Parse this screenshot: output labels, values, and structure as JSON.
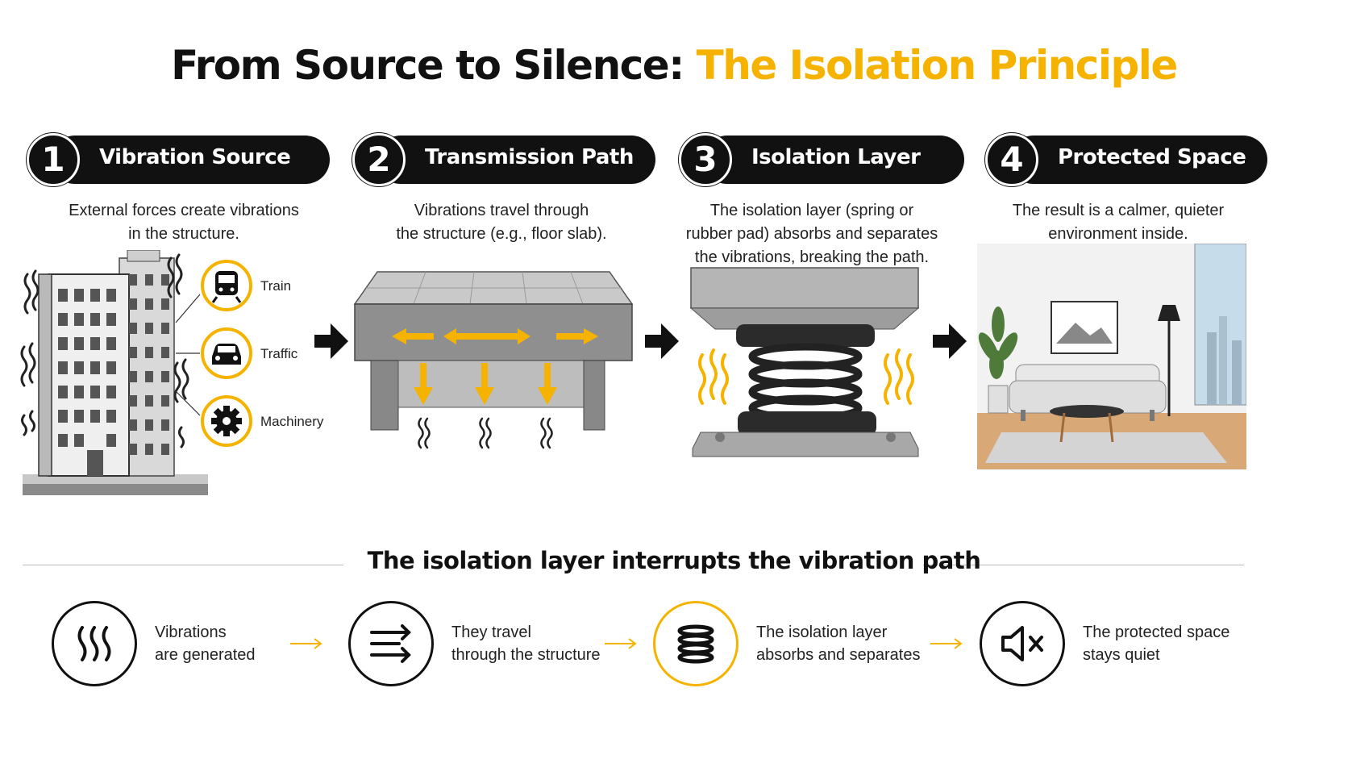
{
  "title": {
    "main": "From Source to Silence:",
    "accent": "The Isolation Principle"
  },
  "steps": [
    {
      "number": "1",
      "label": "Vibration Source",
      "desc_line1": "External forces create vibrations",
      "desc_line2": "in the structure."
    },
    {
      "number": "2",
      "label": "Transmission Path",
      "desc_line1": "Vibrations travel through",
      "desc_line2": "the structure (e.g., floor slab)."
    },
    {
      "number": "3",
      "label": "Isolation Layer",
      "desc_line1": "The isolation layer (spring or",
      "desc_line2": "rubber pad) absorbs and separates",
      "desc_line3": "the vibrations, breaking the path."
    },
    {
      "number": "4",
      "label": "Protected Space",
      "desc_line1": "The result is a calmer, quieter",
      "desc_line2": "environment inside."
    }
  ],
  "sources": [
    {
      "label": "Train",
      "icon": "train-icon"
    },
    {
      "label": "Traffic",
      "icon": "car-icon"
    },
    {
      "label": "Machinery",
      "icon": "gear-icon"
    }
  ],
  "subtitle": "The isolation layer interrupts the vibration path",
  "summary": [
    {
      "line1": "Vibrations",
      "line2": "are generated",
      "icon": "vibration-waves-icon"
    },
    {
      "line1": "They travel",
      "line2": "through the structure",
      "icon": "transfer-arrows-icon"
    },
    {
      "line1": "The isolation layer",
      "line2": "absorbs and separates",
      "icon": "spring-icon"
    },
    {
      "line1": "The protected space",
      "line2": "stays quiet",
      "icon": "speaker-muted-icon"
    }
  ],
  "colors": {
    "accent": "#f5b300",
    "dark": "#111111",
    "concrete": "#9a9a9a"
  }
}
